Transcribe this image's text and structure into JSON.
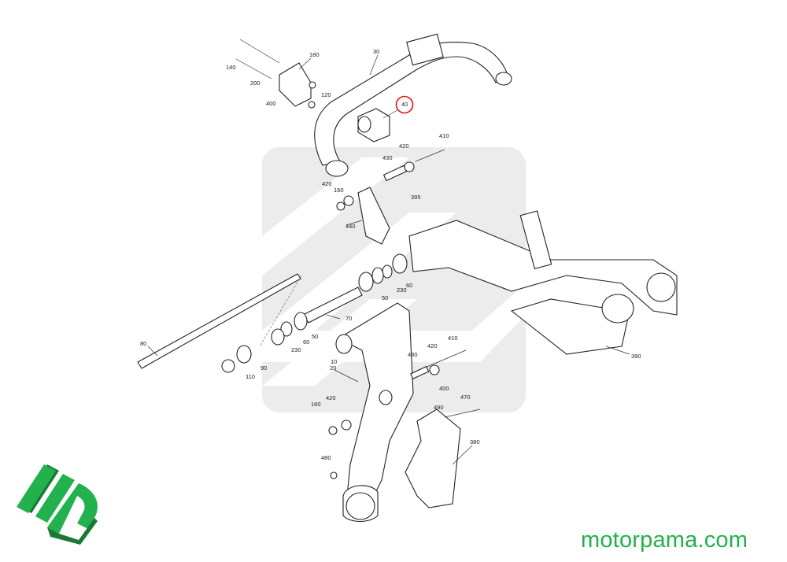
{
  "diagram": {
    "callouts": [
      "180",
      "30",
      "140",
      "200",
      "120",
      "400",
      "40",
      "410",
      "420",
      "430",
      "420",
      "160",
      "395",
      "440",
      "60",
      "230",
      "50",
      "70",
      "80",
      "50",
      "60",
      "230",
      "90",
      "110",
      "10",
      "20",
      "430",
      "420",
      "410",
      "400",
      "420",
      "160",
      "470",
      "490",
      "380",
      "480",
      "390"
    ],
    "highlighted_callout": "40",
    "highlight_color": "#e0141e"
  },
  "branding": {
    "logo_text": "mp",
    "site": "motorpama.com",
    "color": "#22b14c"
  }
}
